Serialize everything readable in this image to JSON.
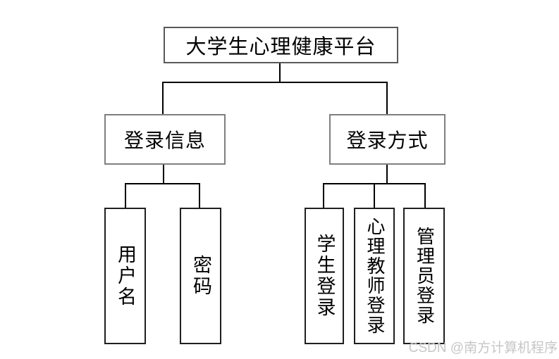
{
  "tree": {
    "root": "大学生心理健康平台",
    "branches": [
      {
        "label": "登录信息",
        "children": [
          "用户名",
          "密码"
        ]
      },
      {
        "label": "登录方式",
        "children": [
          "学生登录",
          "心理教师登录",
          "管理员登录"
        ]
      }
    ]
  },
  "watermark": {
    "text": "CSDN @南方计算机程序"
  },
  "colors": {
    "background": "#ffffff",
    "root_box_border": "#595959",
    "branch_box_border": "#7f7f7f",
    "leaf_box_border": "#1f1f1f",
    "connector": "#000000",
    "text": "#000000",
    "watermark_text": "#c6c6c6"
  }
}
